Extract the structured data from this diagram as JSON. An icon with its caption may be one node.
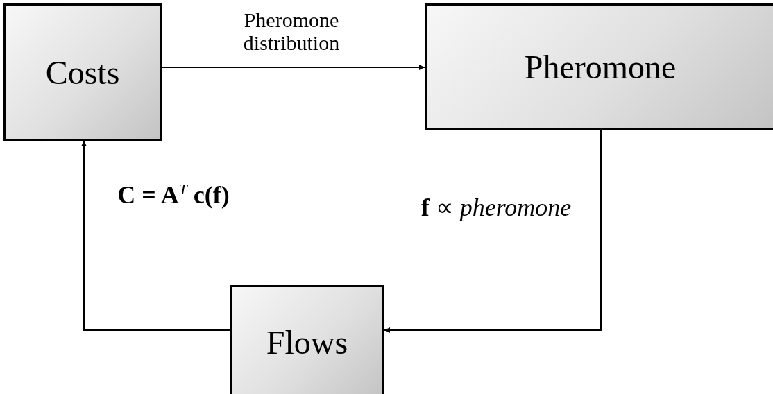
{
  "diagram": {
    "nodes": [
      {
        "text": [
          "Costs"
        ]
      },
      {
        "text": [
          "Pheromone"
        ]
      },
      {
        "text": [
          "Flows"
        ]
      }
    ],
    "edges": [
      {
        "from": 0,
        "to": 1,
        "arrow": "to",
        "label": "Pheromone distribution"
      },
      {
        "from": 1,
        "to": 2,
        "arrow": "to",
        "label": "**f** ∝ *pheromone*"
      },
      {
        "from": 2,
        "to": 0,
        "arrow": "to",
        "label": "**C = A**$^{T}$ **c(f)**"
      }
    ]
  }
}
